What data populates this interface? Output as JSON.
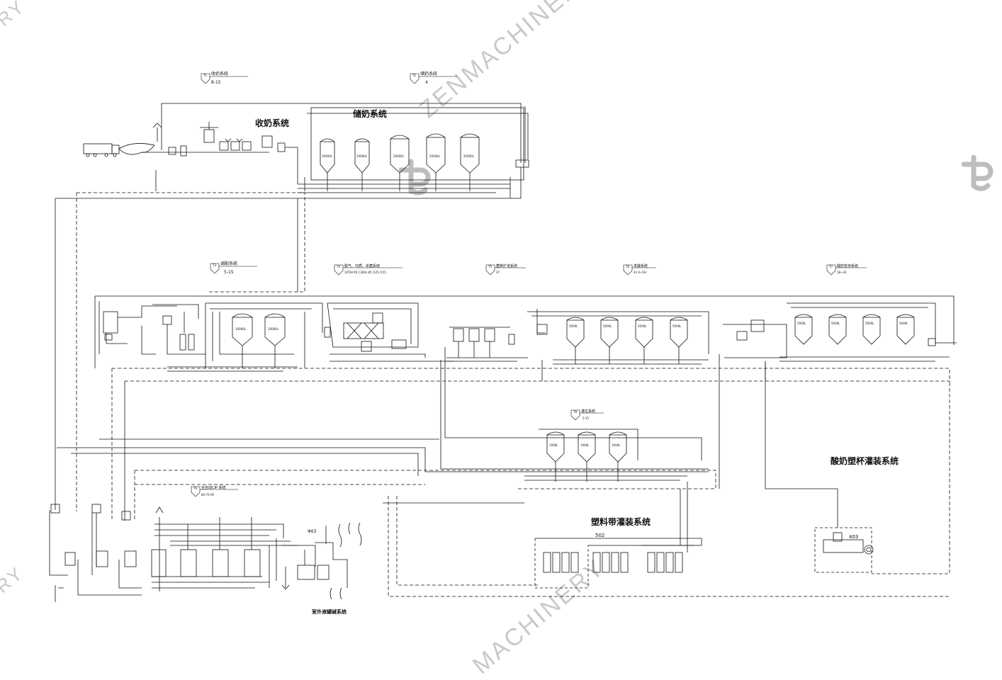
{
  "watermark": {
    "brand_text": "ZENMACHINERY",
    "brand_text_2": "MACHINERY",
    "color": "#c9c9c9"
  },
  "sections": {
    "receiving": "收奶系统",
    "storage": "储奶系统",
    "yogurt_cup_filling": "酸奶塑杯灌装系统",
    "plastic_bag_filling": "塑料带灌装系统",
    "outdoor": "室外液罐碱系统"
  },
  "headers": [
    {
      "tag": "T1",
      "title": "收奶系统",
      "sub": "8-15"
    },
    {
      "tag": "T2",
      "title": "储奶系统",
      "sub": "4"
    },
    {
      "tag": "T3",
      "title": "调配系统",
      "sub": "5-15"
    },
    {
      "tag": "T4",
      "title": "脱气、均质、杀菌系统",
      "sub": "10T/H 95 C300s 85 /125 /155"
    },
    {
      "tag": "T5",
      "title": "菌种扩培系统",
      "sub": "37"
    },
    {
      "tag": "T6",
      "title": "发酵系统",
      "sub": "43  4~5H"
    },
    {
      "tag": "T7",
      "title": "酸奶暂存系统",
      "sub": "18~20"
    },
    {
      "tag": "T8",
      "title": "灌位系统",
      "sub": "5-15"
    },
    {
      "tag": "T9",
      "title": "全自动CIP 系统",
      "sub": "60-75-95"
    }
  ],
  "tank_labels": {
    "storage": [
      "10000L",
      "10000L",
      "20000L",
      "20000L",
      "20000L"
    ],
    "mixing": [
      "10000L",
      "20000L"
    ],
    "ferment": [
      "5000L",
      "5000L",
      "5000L",
      "5000L"
    ],
    "yogurt": [
      "5000L",
      "5000L",
      "5000L",
      "5000L"
    ],
    "filling": [
      "1000L",
      "1000L",
      "1000L"
    ]
  },
  "numbers": {
    "n403": "403",
    "n502": "502",
    "n463": "Φ63"
  }
}
